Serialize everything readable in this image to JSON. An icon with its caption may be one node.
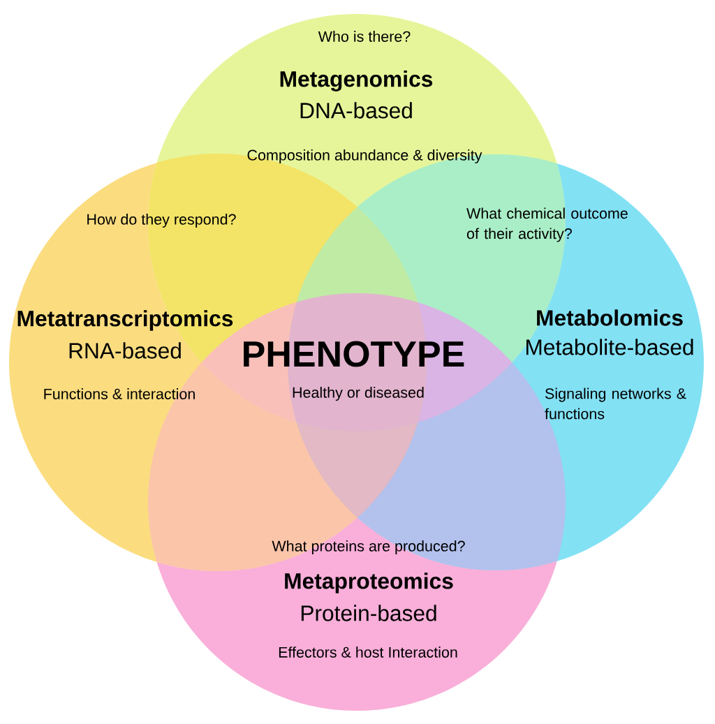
{
  "diagram": {
    "nodes": [
      {
        "text": [
          "Who is there?",
          "Metagenomics",
          "DNA-based",
          "Composition abundance & diversity"
        ]
      },
      {
        "text": [
          "How do they respond?",
          "Metatranscriptomics",
          "RNA-based",
          "Functions & interaction"
        ]
      },
      {
        "text": [
          "What chemical outcome of their activity?",
          "Metabolomics",
          "Metabolite-based",
          "Signaling networks & functions"
        ]
      },
      {
        "text": [
          "What proteins are produced?",
          "Metaproteomics",
          "Protein-based",
          "Effectors & host Interaction"
        ]
      }
    ],
    "labels": [
      "PHENOTYPE",
      "Healthy or diseased"
    ]
  }
}
